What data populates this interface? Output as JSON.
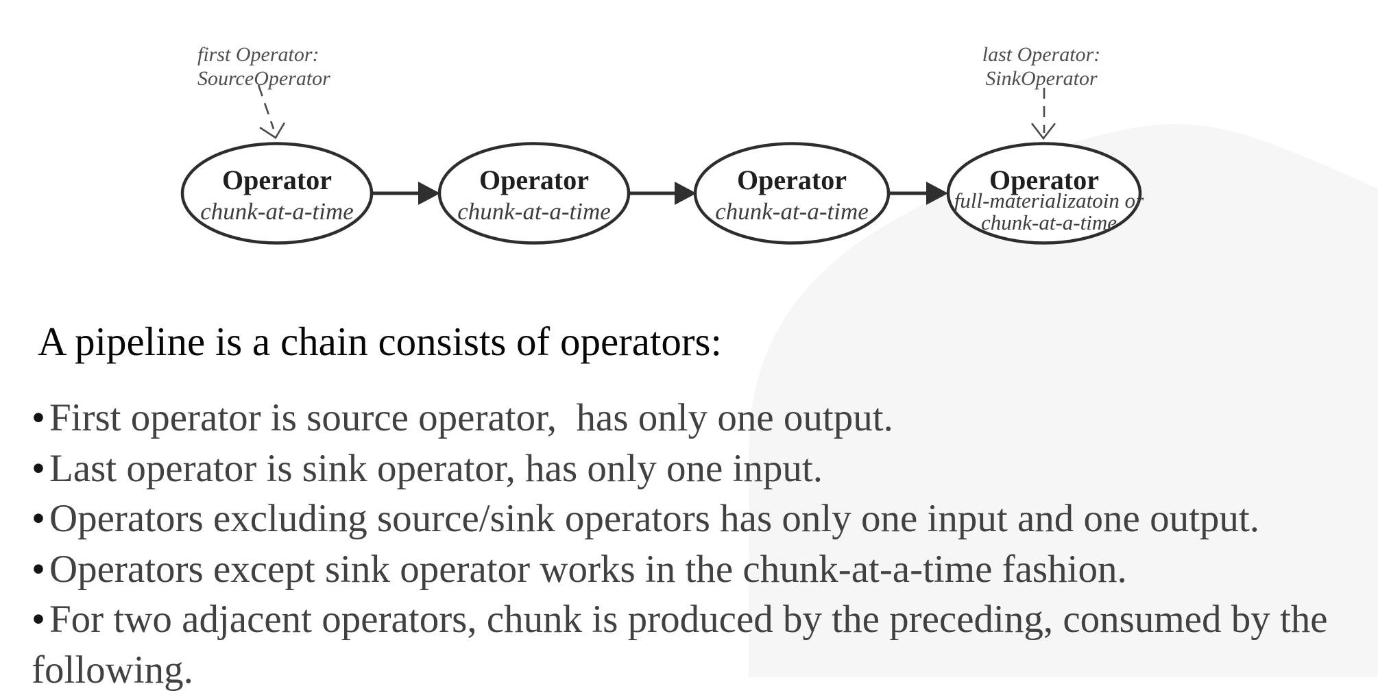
{
  "colors": {
    "background": "#ffffff",
    "blob": "#f6f6f7",
    "ellipse_stroke": "#2d2d2d",
    "arrow": "#2f2f2f",
    "dashed_arrow": "#4a4a4a",
    "heading_text": "#050505",
    "body_text": "#414141"
  },
  "diagram": {
    "annotations": {
      "first": {
        "line1": "first Operator:",
        "line2": "SourceOperator"
      },
      "last": {
        "line1": "last Operator:",
        "line2": "SinkOperator"
      }
    },
    "nodes": [
      {
        "title": "Operator",
        "subtitle": "chunk-at-a-time"
      },
      {
        "title": "Operator",
        "subtitle": "chunk-at-a-time"
      },
      {
        "title": "Operator",
        "subtitle": "chunk-at-a-time"
      },
      {
        "title": "Operator",
        "subtitle": "full-materializatoin or",
        "subtitle2": "chunk-at-a-time"
      }
    ]
  },
  "main": {
    "heading": "A pipeline is a chain consists of operators:",
    "bullet_char": "•",
    "bullets": [
      "First operator is source operator,  has only one output.",
      "Last operator is sink operator, has only one input.",
      "Operators excluding source/sink operators has only one input and one output.",
      "Operators except sink operator works in the chunk-at-a-time fashion.",
      "For two adjacent operators, chunk is produced by the preceding, consumed by the following."
    ]
  }
}
